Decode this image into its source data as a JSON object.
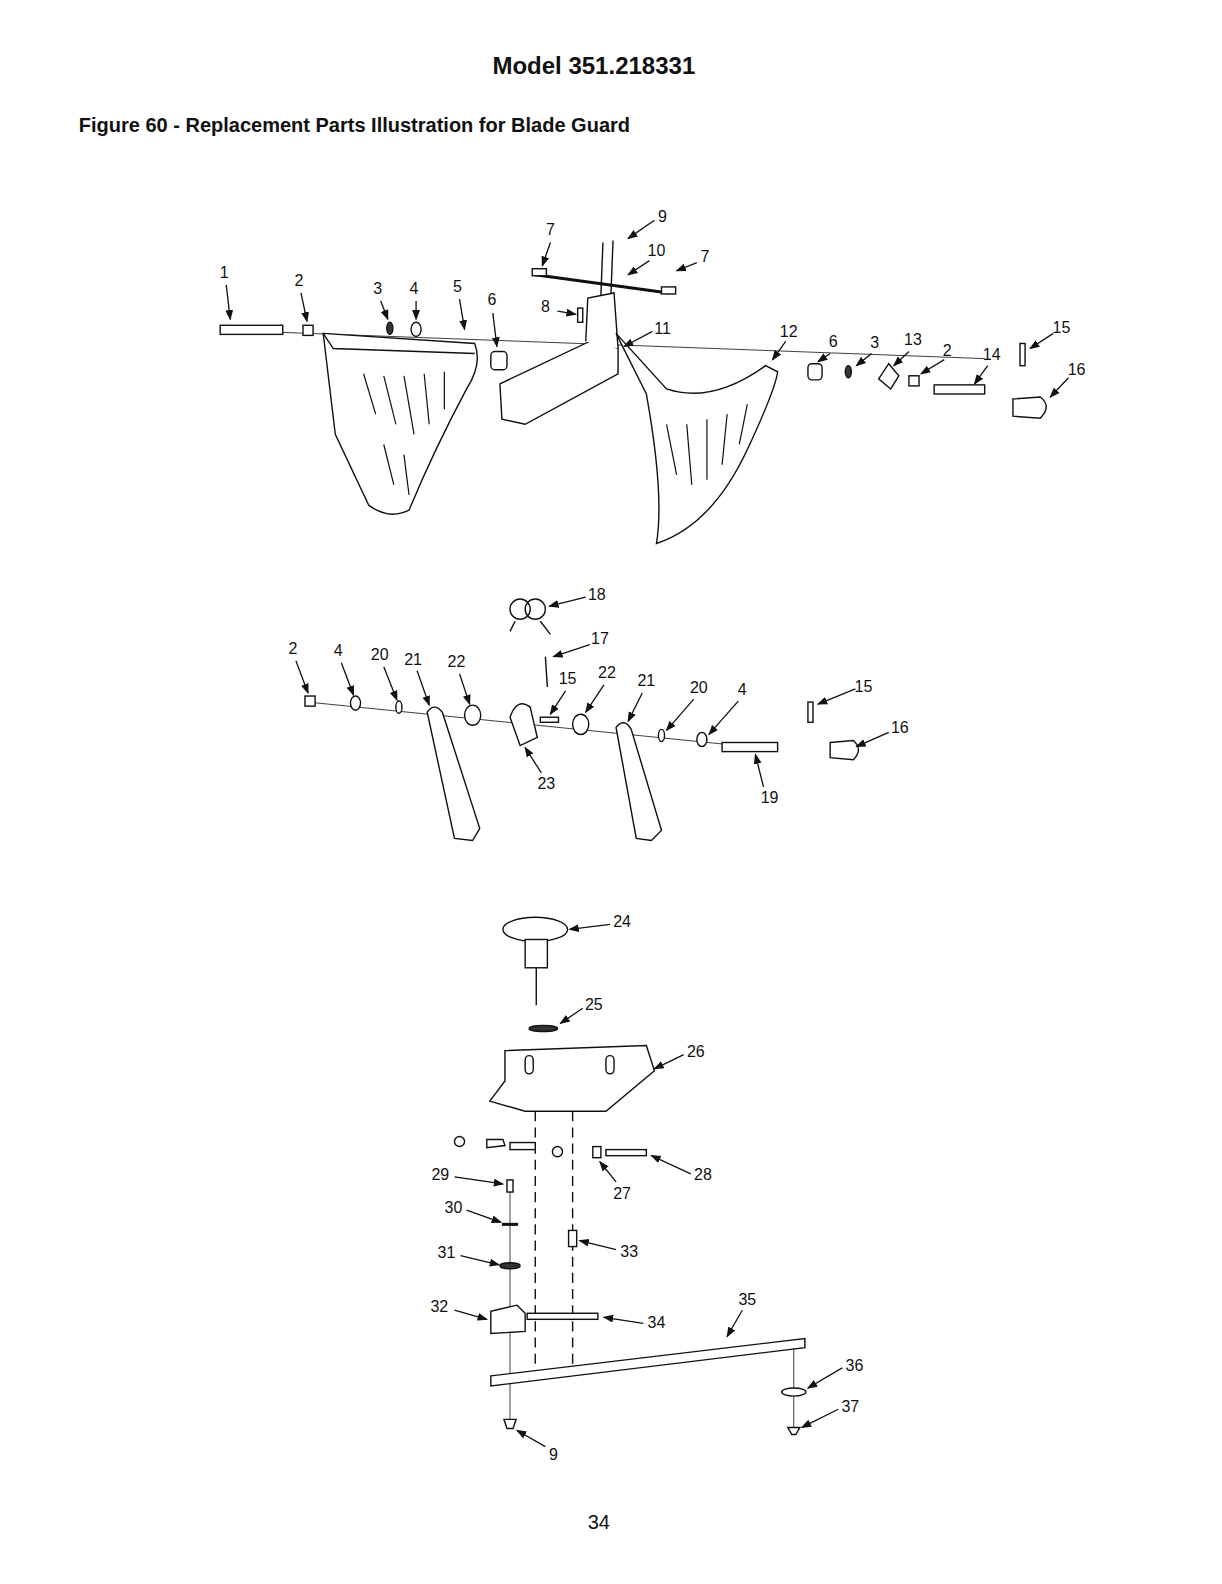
{
  "diagram": {
    "title": "Model 351.218331",
    "caption": "Figure 60 - Replacement Parts Illustration for Blade Guard",
    "labels": [
      "1",
      "2",
      "3",
      "4",
      "5",
      "6",
      "7",
      "9",
      "10",
      "7",
      "8",
      "11",
      "12",
      "6",
      "3",
      "13",
      "2",
      "14",
      "15",
      "16",
      "18",
      "17",
      "2",
      "4",
      "20",
      "21",
      "22",
      "15",
      "22",
      "21",
      "20",
      "4",
      "15",
      "16",
      "23",
      "19",
      "24",
      "25",
      "26",
      "29",
      "28",
      "27",
      "30",
      "33",
      "31",
      "35",
      "32",
      "34",
      "36",
      "37",
      "9",
      "34"
    ]
  }
}
